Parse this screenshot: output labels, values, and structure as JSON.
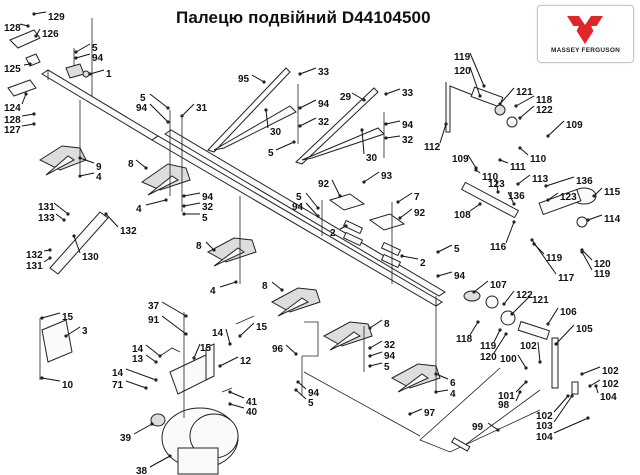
{
  "header": {
    "title": "Палецю подвійний D44104500"
  },
  "logo": {
    "brand": "MASSEY FERGUSON",
    "accent_color": "#e0262b"
  },
  "diagram": {
    "labels": [
      {
        "id": "l129",
        "text": "129"
      },
      {
        "id": "l128a",
        "text": "128"
      },
      {
        "id": "l126",
        "text": "126"
      },
      {
        "id": "l5a",
        "text": "5"
      },
      {
        "id": "l94a",
        "text": "94"
      },
      {
        "id": "l1",
        "text": "1"
      },
      {
        "id": "l125",
        "text": "125"
      },
      {
        "id": "l124",
        "text": "124"
      },
      {
        "id": "l128b",
        "text": "128"
      },
      {
        "id": "l127",
        "text": "127"
      },
      {
        "id": "l5b",
        "text": "5"
      },
      {
        "id": "l94b",
        "text": "94"
      },
      {
        "id": "l31",
        "text": "31"
      },
      {
        "id": "l95",
        "text": "95"
      },
      {
        "id": "l33a",
        "text": "33"
      },
      {
        "id": "l94c",
        "text": "94"
      },
      {
        "id": "l30a",
        "text": "30"
      },
      {
        "id": "l32a",
        "text": "32"
      },
      {
        "id": "l5c",
        "text": "5"
      },
      {
        "id": "l29",
        "text": "29"
      },
      {
        "id": "l33b",
        "text": "33"
      },
      {
        "id": "l94d",
        "text": "94"
      },
      {
        "id": "l32b",
        "text": "32"
      },
      {
        "id": "l30b",
        "text": "30"
      },
      {
        "id": "l9",
        "text": "9"
      },
      {
        "id": "l4a",
        "text": "4"
      },
      {
        "id": "l8a",
        "text": "8"
      },
      {
        "id": "l94e",
        "text": "94"
      },
      {
        "id": "l32c",
        "text": "32"
      },
      {
        "id": "l5d",
        "text": "5"
      },
      {
        "id": "l4b",
        "text": "4"
      },
      {
        "id": "l131a",
        "text": "131"
      },
      {
        "id": "l133",
        "text": "133"
      },
      {
        "id": "l132a",
        "text": "132"
      },
      {
        "id": "l132b",
        "text": "132"
      },
      {
        "id": "l131b",
        "text": "131"
      },
      {
        "id": "l130",
        "text": "130"
      },
      {
        "id": "l8b",
        "text": "8"
      },
      {
        "id": "l4c",
        "text": "4"
      },
      {
        "id": "l92a",
        "text": "92"
      },
      {
        "id": "l93",
        "text": "93"
      },
      {
        "id": "l5e",
        "text": "5"
      },
      {
        "id": "l94f",
        "text": "94"
      },
      {
        "id": "l7",
        "text": "7"
      },
      {
        "id": "l92b",
        "text": "92"
      },
      {
        "id": "l2a",
        "text": "2"
      },
      {
        "id": "l2b",
        "text": "2"
      },
      {
        "id": "l5f",
        "text": "5"
      },
      {
        "id": "l94g",
        "text": "94"
      },
      {
        "id": "l8c",
        "text": "8"
      },
      {
        "id": "l8d",
        "text": "8"
      },
      {
        "id": "l32d",
        "text": "32"
      },
      {
        "id": "l94h",
        "text": "94"
      },
      {
        "id": "l5g",
        "text": "5"
      },
      {
        "id": "l96",
        "text": "96"
      },
      {
        "id": "l94i",
        "text": "94"
      },
      {
        "id": "l5h",
        "text": "5"
      },
      {
        "id": "l6",
        "text": "6"
      },
      {
        "id": "l4d",
        "text": "4"
      },
      {
        "id": "l97",
        "text": "97"
      },
      {
        "id": "l119a",
        "text": "119"
      },
      {
        "id": "l120a",
        "text": "120"
      },
      {
        "id": "l121a",
        "text": "121"
      },
      {
        "id": "l118a",
        "text": "118"
      },
      {
        "id": "l122a",
        "text": "122"
      },
      {
        "id": "l112",
        "text": "112"
      },
      {
        "id": "l109a",
        "text": "109"
      },
      {
        "id": "l109b",
        "text": "109"
      },
      {
        "id": "l110a",
        "text": "110"
      },
      {
        "id": "l111",
        "text": "111"
      },
      {
        "id": "l110b",
        "text": "110"
      },
      {
        "id": "l123a",
        "text": "123"
      },
      {
        "id": "l136a",
        "text": "136"
      },
      {
        "id": "l113",
        "text": "113"
      },
      {
        "id": "l136b",
        "text": "136"
      },
      {
        "id": "l123b",
        "text": "123"
      },
      {
        "id": "l115",
        "text": "115"
      },
      {
        "id": "l108",
        "text": "108"
      },
      {
        "id": "l114",
        "text": "114"
      },
      {
        "id": "l116",
        "text": "116"
      },
      {
        "id": "l119b",
        "text": "119"
      },
      {
        "id": "l120b",
        "text": "120"
      },
      {
        "id": "l117",
        "text": "117"
      },
      {
        "id": "l119c",
        "text": "119"
      },
      {
        "id": "l107",
        "text": "107"
      },
      {
        "id": "l122b",
        "text": "122"
      },
      {
        "id": "l121b",
        "text": "121"
      },
      {
        "id": "l106",
        "text": "106"
      },
      {
        "id": "l118b",
        "text": "118"
      },
      {
        "id": "l105",
        "text": "105"
      },
      {
        "id": "l119d",
        "text": "119"
      },
      {
        "id": "l120c",
        "text": "120"
      },
      {
        "id": "l102a",
        "text": "102"
      },
      {
        "id": "l100",
        "text": "100"
      },
      {
        "id": "l102b",
        "text": "102"
      },
      {
        "id": "l102c",
        "text": "102"
      },
      {
        "id": "l101",
        "text": "101"
      },
      {
        "id": "l98",
        "text": "98"
      },
      {
        "id": "l104a",
        "text": "104"
      },
      {
        "id": "l102d",
        "text": "102"
      },
      {
        "id": "l103",
        "text": "103"
      },
      {
        "id": "l104b",
        "text": "104"
      },
      {
        "id": "l99",
        "text": "99"
      },
      {
        "id": "l15a",
        "text": "15"
      },
      {
        "id": "l3",
        "text": "3"
      },
      {
        "id": "l10",
        "text": "10"
      },
      {
        "id": "l37",
        "text": "37"
      },
      {
        "id": "l91",
        "text": "91"
      },
      {
        "id": "l14a",
        "text": "14"
      },
      {
        "id": "l15b",
        "text": "15"
      },
      {
        "id": "l14b",
        "text": "14"
      },
      {
        "id": "l13",
        "text": "13"
      },
      {
        "id": "l15c",
        "text": "15"
      },
      {
        "id": "l12",
        "text": "12"
      },
      {
        "id": "l14c",
        "text": "14"
      },
      {
        "id": "l71",
        "text": "71"
      },
      {
        "id": "l41",
        "text": "41"
      },
      {
        "id": "l40",
        "text": "40"
      },
      {
        "id": "l39",
        "text": "39"
      },
      {
        "id": "l38",
        "text": "38"
      }
    ]
  }
}
